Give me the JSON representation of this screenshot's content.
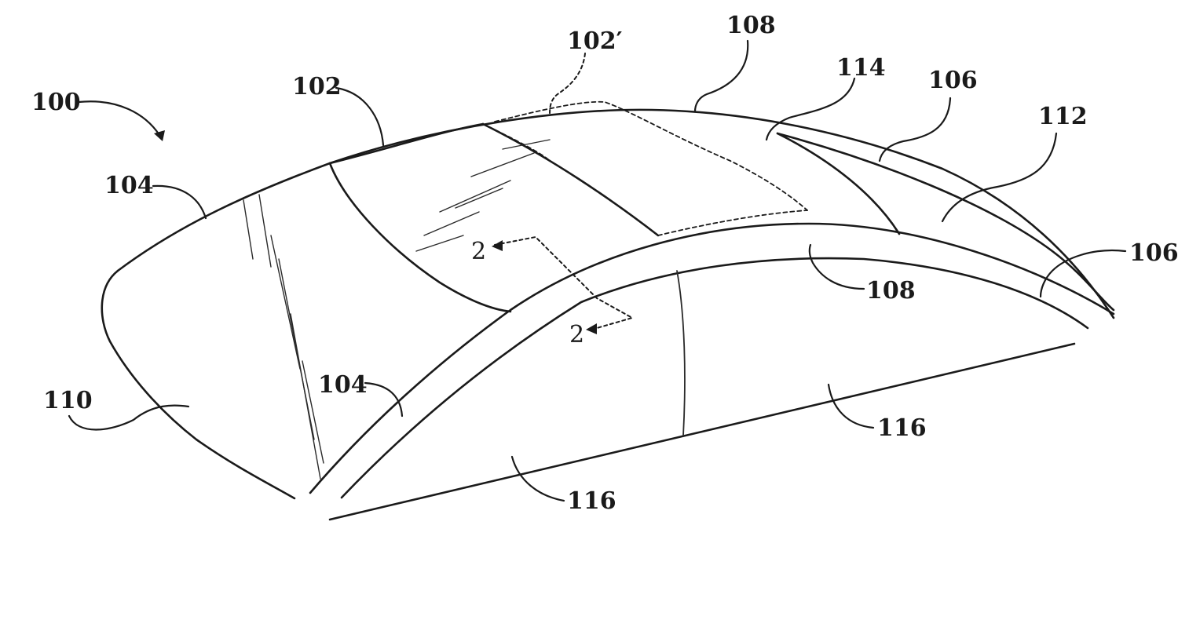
{
  "labels": {
    "l100": "100",
    "l102": "102",
    "l102p": "102′",
    "l108_top": "108",
    "l114": "114",
    "l106_top": "106",
    "l112": "112",
    "l104_top": "104",
    "l106_right": "106",
    "l108_mid": "108",
    "l104_mid": "104",
    "l110": "110",
    "l116_right": "116",
    "l116_bottom": "116",
    "sec2_top": "2",
    "sec2_bottom": "2"
  },
  "colors": {
    "line": "#1a1a1a",
    "background": "#ffffff"
  }
}
